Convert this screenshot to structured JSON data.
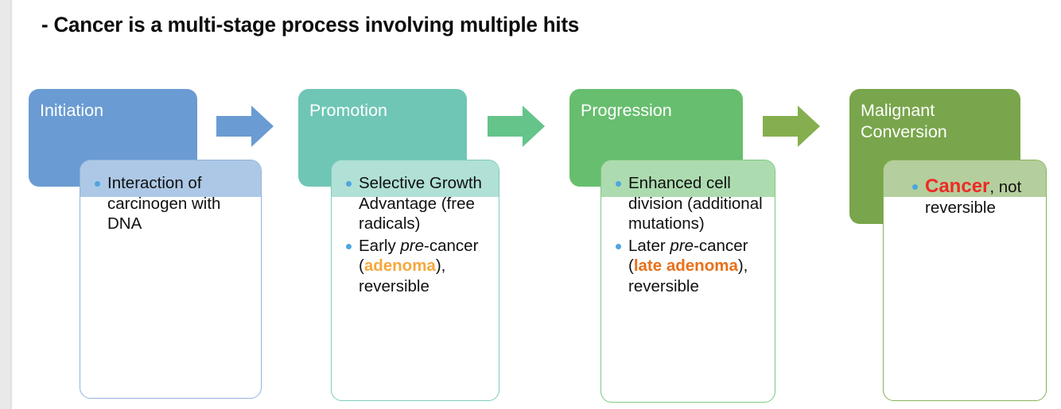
{
  "slide": {
    "title": "- Cancer is a multi-stage process involving multiple hits",
    "background": "#FFFFFF"
  },
  "colors": {
    "stage1": "#6A9BD2",
    "stage2": "#6FC6B5",
    "stage3": "#67BE6E",
    "stage4": "#79A54C",
    "bullet": "#4EA6DF",
    "highlight_orange_light": "#F5A83C",
    "highlight_orange_dark": "#E8701A",
    "highlight_red": "#EE2A24",
    "text": "#101010"
  },
  "stages": [
    {
      "id": "initiation",
      "header": "Initiation",
      "header_color": "#6A9BD2",
      "border_color": "#8FB4DC",
      "bullets": [
        {
          "segments": [
            {
              "text": "Interaction of carcinogen with DNA",
              "style": "normal"
            }
          ]
        }
      ]
    },
    {
      "id": "promotion",
      "header": "Promotion",
      "header_color": "#6FC6B5",
      "border_color": "#7CCBBC",
      "bullets": [
        {
          "segments": [
            {
              "text": "Selective Growth Advantage (free radicals)",
              "style": "normal"
            }
          ]
        },
        {
          "segments": [
            {
              "text": "Early ",
              "style": "normal"
            },
            {
              "text": "pre",
              "style": "italic"
            },
            {
              "text": "-cancer (",
              "style": "normal"
            },
            {
              "text": "adenoma",
              "style": "bold-orange-light"
            },
            {
              "text": "), reversible",
              "style": "normal"
            }
          ]
        }
      ]
    },
    {
      "id": "progression",
      "header": "Progression",
      "header_color": "#67BE6E",
      "border_color": "#7EC97E",
      "bullets": [
        {
          "segments": [
            {
              "text": "Enhanced cell division (additional mutations)",
              "style": "normal"
            }
          ]
        },
        {
          "segments": [
            {
              "text": "Later ",
              "style": "normal"
            },
            {
              "text": "pre",
              "style": "italic"
            },
            {
              "text": "-cancer (",
              "style": "normal"
            },
            {
              "text": "late adenoma",
              "style": "bold-orange-dark"
            },
            {
              "text": "), reversible",
              "style": "normal"
            }
          ]
        }
      ]
    },
    {
      "id": "malignant-conversion",
      "header": "Malignant\nConversion",
      "header_color": "#79A54C",
      "border_color": "#86B356",
      "bullets": [
        {
          "segments": [
            {
              "text": "Cancer",
              "style": "bold-red"
            },
            {
              "text": ", not reversible",
              "style": "normal"
            }
          ]
        }
      ]
    }
  ],
  "arrows": [
    {
      "id": "arrow-initiation-to-promotion",
      "color": "#6A9BD2"
    },
    {
      "id": "arrow-promotion-to-progression",
      "color": "#64C48A"
    },
    {
      "id": "arrow-progression-to-malignant",
      "color": "#85AF4E"
    }
  ]
}
